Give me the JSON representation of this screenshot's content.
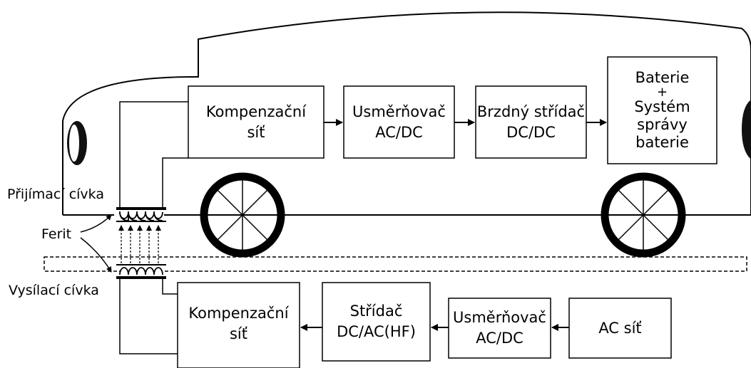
{
  "blocks": {
    "vehicle_compensation": {
      "line1": "Kompenzační",
      "line2": "síť"
    },
    "vehicle_rectifier": {
      "line1": "Usměrňovač",
      "line2": "AC/DC"
    },
    "brake_chopper": {
      "line1": "Brzdný střídač",
      "line2": "DC/DC"
    },
    "battery": {
      "line1": "Baterie",
      "line2": "+",
      "line3": "Systém",
      "line4": "správy",
      "line5": "baterie"
    },
    "ground_compensation": {
      "line1": "Kompenzační",
      "line2": "síť"
    },
    "inverter": {
      "line1": "Střídač",
      "line2": "DC/AC(HF)"
    },
    "ground_rectifier": {
      "line1": "Usměrňovač",
      "line2": "AC/DC"
    },
    "ac_grid": {
      "line1": "AC síť"
    }
  },
  "labels": {
    "receiver_coil": "Přijímací cívka",
    "ferrite": "Ferit",
    "transmitter_coil": "Vysílací cívka"
  },
  "colors": {
    "stroke": "#000000",
    "background": "#ffffff"
  }
}
